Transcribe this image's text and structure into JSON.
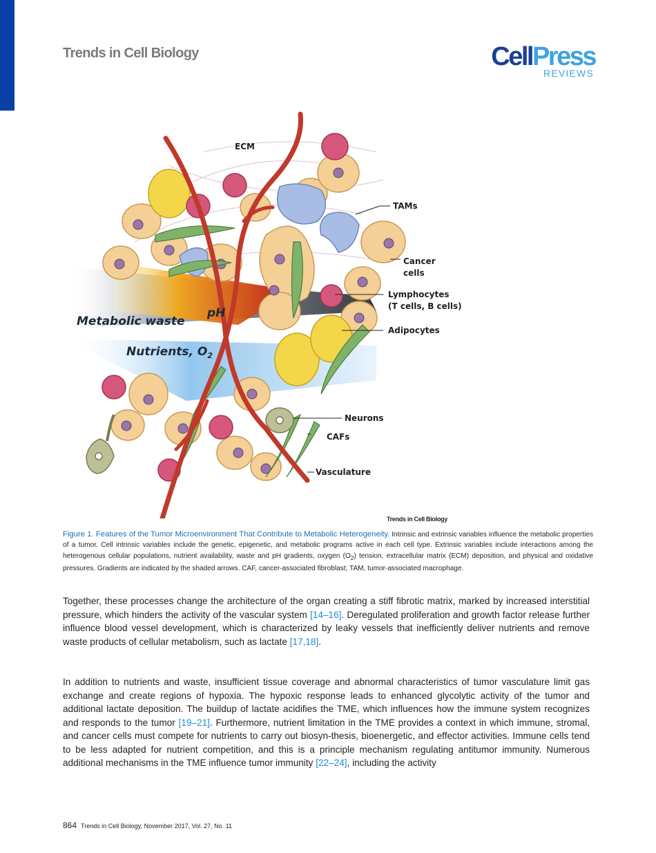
{
  "header": {
    "journal_title": "Trends in Cell Biology",
    "logo_main_cell": "Cell",
    "logo_main_press": "Press",
    "logo_sub": "REVIEWS"
  },
  "figure": {
    "labels": {
      "ecm": "ECM",
      "tams": "TAMs",
      "cancer_cells_line1": "Cancer",
      "cancer_cells_line2": "cells",
      "lymphocytes_line1": "Lymphocytes",
      "lymphocytes_line2": "(T cells, B cells)",
      "adipocytes": "Adipocytes",
      "neurons": "Neurons",
      "cafs": "CAFs",
      "vasculature": "Vasculature",
      "metabolic_waste": "Metabolic waste",
      "ph": "pH",
      "nutrients_o2": "Nutrients, O",
      "o2_sub": "2"
    },
    "source": "Trends in Cell Biology",
    "colors": {
      "cancer_cell": "#f4cf96",
      "lymphocyte": "#d6577c",
      "adipocyte": "#f3d64a",
      "tam": "#a9bde4",
      "caf": "#7fb36a",
      "vessel": "#c0392b",
      "neuron": "#bdbf94"
    }
  },
  "caption": {
    "title": "Figure 1. Features of the Tumor Microenvironment That Contribute to Metabolic Heterogeneity.",
    "text_a": " Intrinsic and extrinsic variables influence the metabolic properties of a tumor. Cell intrinsic variables include the genetic, epigenetic, and metabolic programs active in each cell type. Extrinsic variables include interactions among the heterogenous cellular populations, nutrient availability, waste and pH gradients, oxygen (O",
    "sub": "2",
    "text_b": ") tension, extracellular matrix (ECM) deposition, and physical and oxidative pressures. Gradients are indicated by the shaded arrows. CAF, cancer-associated fibroblast; TAM, tumor-associated macrophage."
  },
  "body": {
    "p1_a": "Together, these processes change the architecture of the organ creating a stiff fibrotic matrix, marked by increased interstitial pressure, which hinders the activity of the vascular system ",
    "p1_cite1": "[14–16]",
    "p1_b": ". Deregulated proliferation and growth factor release further influence blood vessel development, which is characterized by leaky vessels that inefficiently deliver nutrients and remove waste products of cellular metabolism, such as lactate ",
    "p1_cite2": "[17,18]",
    "p1_c": ".",
    "p2_a": "In addition to nutrients and waste, insufficient tissue coverage and abnormal characteristics of tumor vasculature limit gas exchange and create regions of hypoxia. The hypoxic response leads to enhanced glycolytic activity of the tumor and additional lactate deposition. The buildup of lactate acidifies the TME, which influences how the immune system recognizes and responds to the tumor ",
    "p2_cite1": "[19–21]",
    "p2_b": ". Furthermore, nutrient limitation in the TME provides a context in which immune, stromal, and cancer cells must compete for nutrients to carry out biosyn-thesis, bioenergetic, and effector activities. Immune cells tend to be less adapted for nutrient competition, and this is a principle mechanism regulating antitumor immunity. Numerous additional mechanisms in the TME influence tumor immunity ",
    "p2_cite2": "[22–24]",
    "p2_c": ", including the activity"
  },
  "footer": {
    "page_number": "864",
    "citation": "Trends in Cell Biology, November 2017, Vol. 27, No. 11"
  }
}
